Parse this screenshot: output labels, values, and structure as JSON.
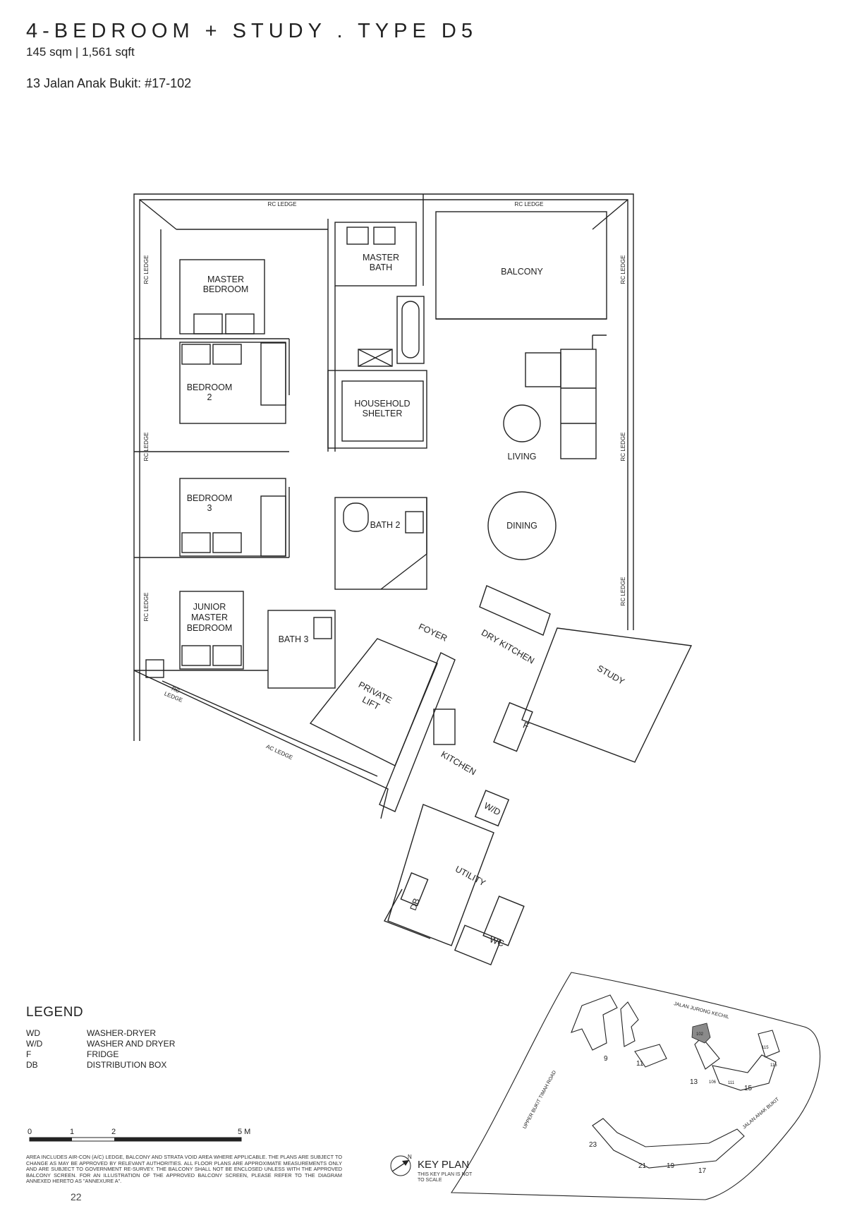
{
  "header": {
    "title": "4-BEDROOM + STUDY . TYPE D5",
    "area": "145 sqm | 1,561 sqft",
    "address": "13 Jalan Anak Bukit: #17-102"
  },
  "plan": {
    "ledges": {
      "top_left": "RC LEDGE",
      "top_right": "RC LEDGE",
      "left_1": "RC LEDGE",
      "left_2": "RC LEDGE",
      "left_3": "RC LEDGE",
      "right_1": "RC LEDGE",
      "right_2": "RC LEDGE",
      "right_3": "RC LEDGE",
      "corner_rc": "RC",
      "corner_ledge": "LEDGE",
      "ac": "AC LEDGE"
    },
    "rooms": {
      "master_bedroom_1": "MASTER",
      "master_bedroom_2": "BEDROOM",
      "master_bath_1": "MASTER",
      "master_bath_2": "BATH",
      "balcony": "BALCONY",
      "bedroom2_1": "BEDROOM",
      "bedroom2_2": "2",
      "household_1": "HOUSEHOLD",
      "household_2": "SHELTER",
      "living": "LIVING",
      "bedroom3_1": "BEDROOM",
      "bedroom3_2": "3",
      "bath2": "BATH 2",
      "dining": "DINING",
      "junior_1": "JUNIOR",
      "junior_2": "MASTER",
      "junior_3": "BEDROOM",
      "bath3": "BATH 3",
      "foyer": "FOYER",
      "dry_kitchen": "DRY KITCHEN",
      "study": "STUDY",
      "private_lift_1": "PRIVATE",
      "private_lift_2": "LIFT",
      "kitchen": "KITCHEN",
      "fridge": "F",
      "wd": "W/D",
      "utility": "UTILITY",
      "db": "DB",
      "wc": "WC"
    }
  },
  "legend": {
    "title": "LEGEND",
    "items": [
      {
        "code": "WD",
        "desc": "WASHER-DRYER"
      },
      {
        "code": "W/D",
        "desc": "WASHER AND DRYER"
      },
      {
        "code": "F",
        "desc": "FRIDGE"
      },
      {
        "code": "DB",
        "desc": "DISTRIBUTION BOX"
      }
    ]
  },
  "scale": {
    "ticks": [
      "0",
      "1",
      "2",
      "5 M"
    ]
  },
  "disclaimer": "AREA INCLUDES AIR-CON (A/C) LEDGE, BALCONY AND STRATA VOID AREA WHERE APPLICABLE. THE PLANS ARE SUBJECT TO CHANGE AS MAY BE APPROVED BY RELEVANT AUTHORITIES. ALL FLOOR PLANS ARE APPROXIMATE MEASUREMENTS ONLY AND ARE SUBJECT TO GOVERNMENT RE-SURVEY. THE BALCONY SHALL NOT BE ENCLOSED UNLESS WITH THE APPROVED BALCONY SCREEN. FOR AN ILLUSTRATION OF THE APPROVED BALCONY SCREEN, PLEASE REFER TO THE DIAGRAM ANNEXED HERETO AS \"ANNEXURE A\".",
  "keyplan": {
    "label": "KEY PLAN",
    "note": "THIS KEY PLAN IS NOT TO SCALE",
    "road_top": "JALAN JURONG KECHIL",
    "road_left": "UPPER BUKIT TIMAH ROAD",
    "road_right": "JALAN ANAK BUKIT",
    "blocks": [
      "9",
      "11",
      "13",
      "15",
      "17",
      "19",
      "21",
      "23"
    ],
    "units": [
      "102",
      "106",
      "111",
      "115",
      "116"
    ],
    "north": "N",
    "highlight_color": "#8a8a8a"
  },
  "page_number": "22"
}
